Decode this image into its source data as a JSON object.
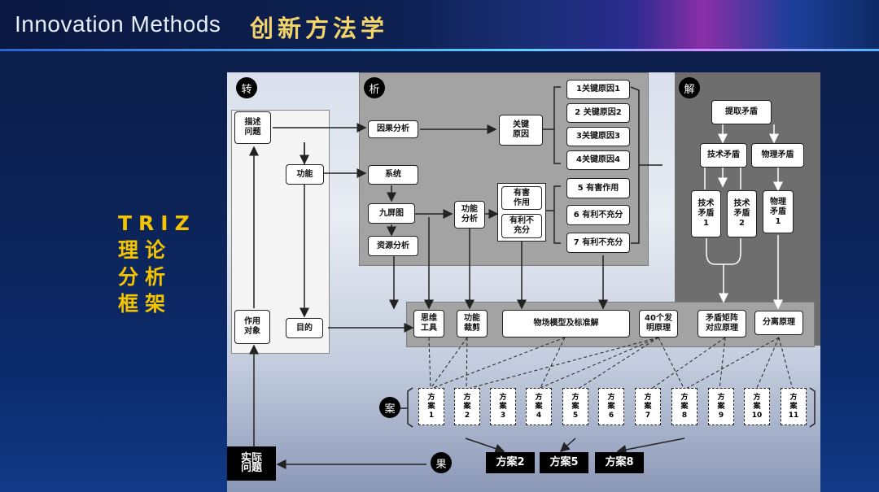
{
  "header": {
    "title_en": "Innovation Methods",
    "title_cn": "创新方法学"
  },
  "left_title": {
    "line1": "TRIZ",
    "line2": "理论",
    "line3": "分析",
    "line4": "框架"
  },
  "sections": {
    "zhuan": "转",
    "xi": "析",
    "jie": "解",
    "an": "案",
    "guo": "果"
  },
  "nodes": {
    "describe_problem": "描述\n问题",
    "function": "功能",
    "purpose": "目的",
    "action_object": "作用\n对象",
    "causal_analysis": "因果分析",
    "system": "系统",
    "nine_screen": "九屏图",
    "resource_analysis": "资源分析",
    "key_cause": "关键\n原因",
    "function_analysis": "功能\n分析",
    "harmful_effect": "有害\n作用",
    "useful_insufficient": "有利不\n充分",
    "key_cause_1": "1关键原因1",
    "key_cause_2": "2 关键原因2",
    "key_cause_3": "3关键原因3",
    "key_cause_4": "4关键原因4",
    "harmful_5": "5 有害作用",
    "insufficient_6": "6 有利不充分",
    "insufficient_7": "7 有利不充分",
    "extract_contradiction": "提取矛盾",
    "technical_contradiction": "技术矛盾",
    "physical_contradiction": "物理矛盾",
    "tech_contra_1": "技术\n矛盾\n1",
    "tech_contra_2": "技术\n矛盾\n2",
    "phys_contra_1": "物理\n矛盾\n1",
    "thinking_tools": "思维\n工具",
    "function_trimming": "功能\n裁剪",
    "substance_field": "物场模型及标准解",
    "forty_principles": "40个发\n明原理",
    "contradiction_matrix": "矛盾矩阵\n对应原理",
    "separation_principle": "分离原理",
    "actual_problem": "实际\n问题"
  },
  "solutions": [
    "方\n案\n1",
    "方\n案\n2",
    "方\n案\n3",
    "方\n案\n4",
    "方\n案\n5",
    "方\n案\n6",
    "方\n案\n7",
    "方\n案\n8",
    "方\n案\n9",
    "方\n案\n10",
    "方\n案\n11"
  ],
  "results": {
    "r1": "方案2",
    "r2": "方案5",
    "r3": "方案8"
  }
}
